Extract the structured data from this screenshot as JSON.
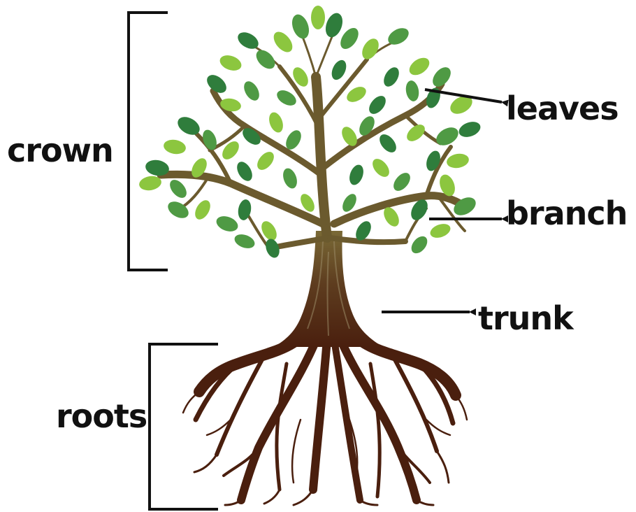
{
  "labels": {
    "crown": "crown",
    "roots": "roots",
    "leaves": "leaves",
    "branch": "branch",
    "trunk": "trunk"
  },
  "colors": {
    "leaf_dark": "#2f7d3c",
    "leaf_mid": "#4f9a44",
    "leaf_light": "#8cc63f",
    "bark_top": "#6b5a2e",
    "bark_mid": "#5c3a1c",
    "root": "#4a1f0e",
    "ink": "#111111"
  }
}
